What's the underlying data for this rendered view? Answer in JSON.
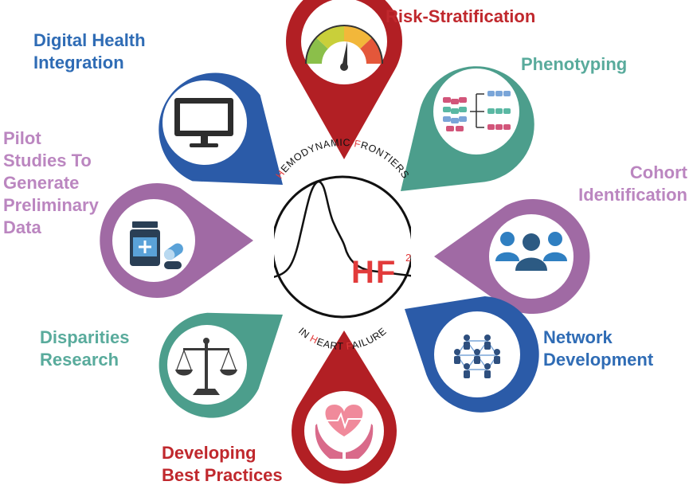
{
  "center": {
    "arc_top": [
      "H",
      "EMODYNAMIC ",
      "F",
      "RONTIERS"
    ],
    "arc_bottom": [
      "IN ",
      "H",
      "EART ",
      "F",
      "AILURE"
    ],
    "logo": "HF",
    "logo_sup": "2"
  },
  "labels": {
    "risk": {
      "lines": [
        "Risk-Stratification"
      ]
    },
    "pheno": {
      "lines": [
        "Phenotyping"
      ]
    },
    "cohort": {
      "lines": [
        "Cohort",
        "Identification"
      ]
    },
    "network": {
      "lines": [
        "Network",
        "Development"
      ]
    },
    "best": {
      "lines": [
        "Developing",
        "Best Practices"
      ]
    },
    "disparities": {
      "lines": [
        "Disparities",
        "Research"
      ]
    },
    "pilot": {
      "lines": [
        "Pilot",
        "Studies To",
        "Generate",
        "Preliminary",
        "Data"
      ]
    },
    "digital": {
      "lines": [
        "Digital Health",
        "Integration"
      ]
    }
  },
  "colors": {
    "red": "#b21f24",
    "teal": "#4c9e8c",
    "purple": "#a06aa4",
    "blue": "#2b5ba8",
    "accent_red": "#e23b3b",
    "text_red": "#c0282d",
    "text_teal": "#59ab9c",
    "text_purple": "#bb86c0",
    "text_blue": "#2f6cb5"
  },
  "icons": {
    "risk": "gauge-icon",
    "pheno": "phenotype-groups-icon",
    "cohort": "people-group-icon",
    "network": "network-people-icon",
    "best": "heart-hands-icon",
    "disparities": "scales-icon",
    "pilot": "medicine-bottle-icon",
    "digital": "monitor-icon"
  }
}
